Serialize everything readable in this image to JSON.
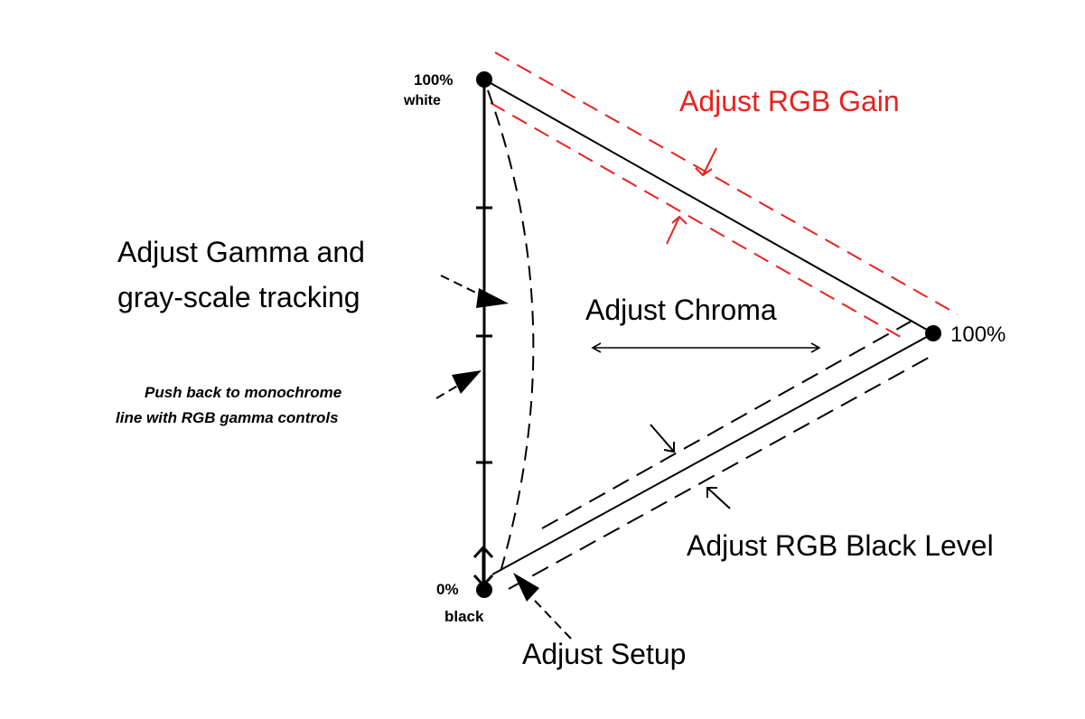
{
  "colors": {
    "red": "#e8221f",
    "black": "#000000",
    "background": "#ffffff"
  },
  "labels": {
    "white_pct": "100%",
    "white_word": "white",
    "black_pct": "0%",
    "black_word": "black",
    "right_pct": "100%",
    "rgb_gain": "Adjust RGB Gain",
    "gamma_line1": "Adjust Gamma and",
    "gamma_line2": "gray-scale tracking",
    "chroma": "Adjust Chroma",
    "push_line1": "Push back to monochrome",
    "push_line2": "line with RGB gamma controls",
    "black_level": "Adjust RGB Black Level",
    "setup": "Adjust Setup"
  }
}
